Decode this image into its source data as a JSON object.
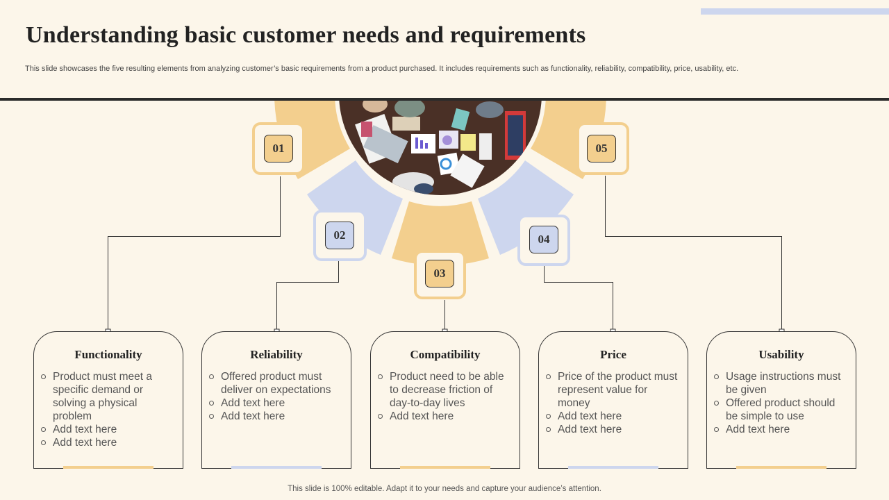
{
  "header": {
    "title": "Understanding basic customer needs and requirements",
    "subtitle": "This slide showcases the five resulting elements from analyzing customer’s basic requirements from a product purchased. It includes requirements such as functionality, reliability, compatibility, price, usability, etc."
  },
  "footer": {
    "text": "This slide is 100% editable. Adapt it to your needs and capture your audience’s attention."
  },
  "colors": {
    "orange": "#f3cf8e",
    "blue": "#cdd6ee",
    "background": "#fcf6ea",
    "dark": "#2b2b2b"
  },
  "center_image": {
    "description_icon": "team-meeting-photo"
  },
  "steps": [
    {
      "number": "01",
      "title": "Functionality",
      "color": "orange",
      "bullets": [
        "Product must meet a specific demand or solving a physical problem",
        "Add text here",
        "Add text here"
      ]
    },
    {
      "number": "02",
      "title": "Reliability",
      "color": "blue",
      "bullets": [
        "Offered product must deliver on expectations",
        "Add text here",
        "Add text here"
      ]
    },
    {
      "number": "03",
      "title": "Compatibility",
      "color": "orange",
      "bullets": [
        "Product need to be able to decrease friction of day-to-day lives",
        "Add text here"
      ]
    },
    {
      "number": "04",
      "title": "Price",
      "color": "blue",
      "bullets": [
        "Price of the product must represent value for money",
        "Add text here",
        "Add text here"
      ]
    },
    {
      "number": "05",
      "title": "Usability",
      "color": "orange",
      "bullets": [
        "Usage instructions must be given",
        "Offered product should be simple to use",
        "Add text here"
      ]
    }
  ]
}
